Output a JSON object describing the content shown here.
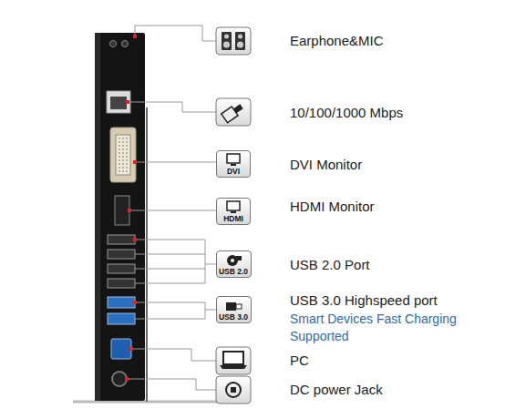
{
  "diagram": {
    "nodes": [
      {
        "text": [
          "DVI"
        ]
      },
      {
        "text": [
          "HDMI"
        ]
      },
      {
        "text": [
          "USB 2.0"
        ]
      },
      {
        "text": [
          "USB 3.0"
        ]
      }
    ],
    "labels": [
      "Earphone&MIC",
      "10/100/1000 Mbps",
      "DVI Monitor",
      "HDMI Monitor",
      "USB 2.0 Port",
      "USB 3.0 Highspeed port",
      "Smart Devices Fast Charging Supported",
      "PC",
      "DC power Jack"
    ]
  }
}
